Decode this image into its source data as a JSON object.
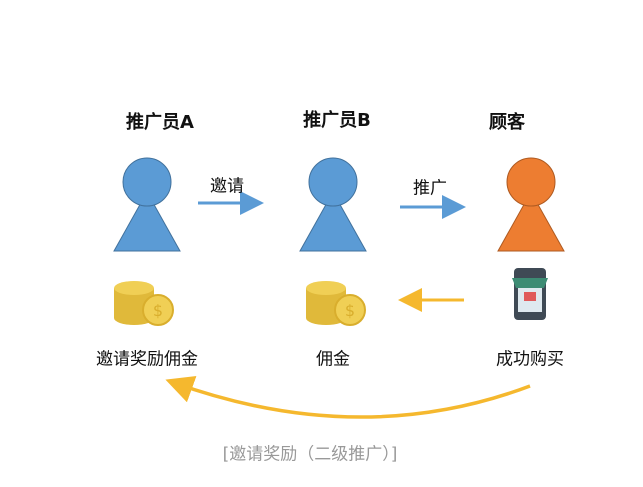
{
  "roles": {
    "promoter_a": "推广员A",
    "promoter_b": "推广员B",
    "customer": "顾客"
  },
  "arrows": {
    "invite": "邀请",
    "promote": "推广"
  },
  "outcomes": {
    "invite_reward": "邀请奖励佣金",
    "commission": "佣金",
    "purchase": "成功购买"
  },
  "caption": "[邀请奖励（二级推广）]",
  "colors": {
    "person": "#5b9bd5",
    "customer": "#ed7d31",
    "arrow_blue": "#5b9bd5",
    "arrow_yellow": "#f5b82e"
  }
}
